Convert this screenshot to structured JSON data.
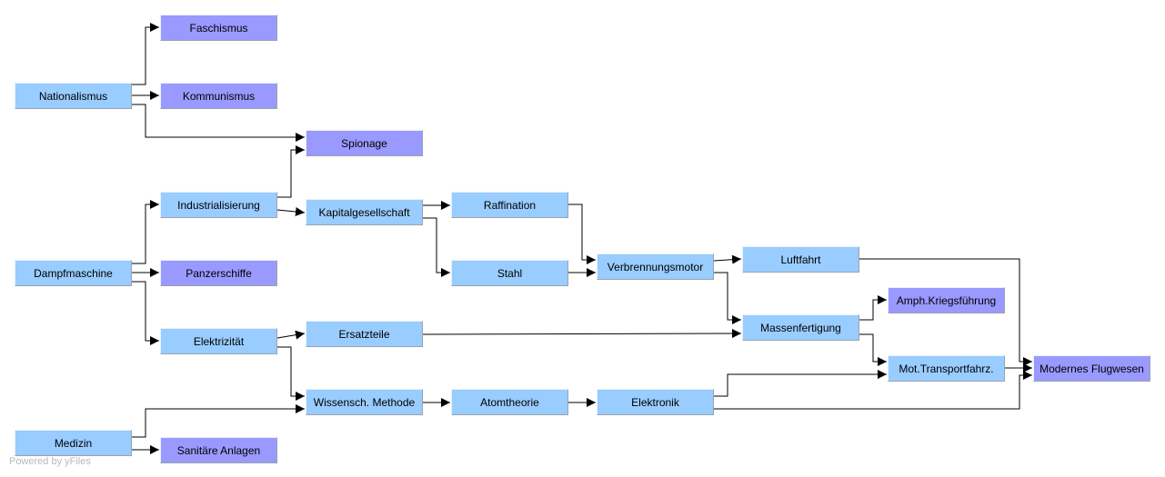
{
  "diagram": {
    "colors": {
      "blue": "#99ccff",
      "purple": "#9999ff",
      "edge": "#000000"
    },
    "nodes": {
      "faschismus": "Faschismus",
      "nationalismus": "Nationalismus",
      "kommunismus": "Kommunismus",
      "spionage": "Spionage",
      "industrialisierung": "Industrialisierung",
      "kapitalgesellschaft": "Kapitalgesellschaft",
      "raffination": "Raffination",
      "dampfmaschine": "Dampfmaschine",
      "panzerschiffe": "Panzerschiffe",
      "stahl": "Stahl",
      "verbrennungsmotor": "Verbrennungsmotor",
      "luftfahrt": "Luftfahrt",
      "amph_kriegsfuehrung": "Amph.Kriegsführung",
      "elektrizitaet": "Elektrizität",
      "ersatzteile": "Ersatzteile",
      "massenfertigung": "Massenfertigung",
      "mot_transportfahrz": "Mot.Transportfahrz.",
      "modernes_flugwesen": "Modernes Flugwesen",
      "wissensch_methode": "Wissensch. Methode",
      "atomtheorie": "Atomtheorie",
      "elektronik": "Elektronik",
      "medizin": "Medizin",
      "sanitaere_anlagen": "Sanitäre Anlagen"
    },
    "edges": [
      [
        "nationalismus",
        "faschismus"
      ],
      [
        "nationalismus",
        "kommunismus"
      ],
      [
        "nationalismus",
        "spionage"
      ],
      [
        "industrialisierung",
        "spionage"
      ],
      [
        "industrialisierung",
        "kapitalgesellschaft"
      ],
      [
        "dampfmaschine",
        "industrialisierung"
      ],
      [
        "dampfmaschine",
        "panzerschiffe"
      ],
      [
        "dampfmaschine",
        "elektrizitaet"
      ],
      [
        "kapitalgesellschaft",
        "raffination"
      ],
      [
        "kapitalgesellschaft",
        "stahl"
      ],
      [
        "raffination",
        "verbrennungsmotor"
      ],
      [
        "stahl",
        "verbrennungsmotor"
      ],
      [
        "verbrennungsmotor",
        "luftfahrt"
      ],
      [
        "verbrennungsmotor",
        "massenfertigung"
      ],
      [
        "elektrizitaet",
        "ersatzteile"
      ],
      [
        "elektrizitaet",
        "wissensch_methode"
      ],
      [
        "ersatzteile",
        "massenfertigung"
      ],
      [
        "massenfertigung",
        "amph_kriegsfuehrung"
      ],
      [
        "massenfertigung",
        "mot_transportfahrz"
      ],
      [
        "luftfahrt",
        "modernes_flugwesen"
      ],
      [
        "mot_transportfahrz",
        "modernes_flugwesen"
      ],
      [
        "elektronik",
        "mot_transportfahrz"
      ],
      [
        "elektronik",
        "modernes_flugwesen"
      ],
      [
        "wissensch_methode",
        "atomtheorie"
      ],
      [
        "atomtheorie",
        "elektronik"
      ],
      [
        "medizin",
        "wissensch_methode"
      ],
      [
        "medizin",
        "sanitaere_anlagen"
      ]
    ]
  },
  "watermark": "Powered by yFiles"
}
